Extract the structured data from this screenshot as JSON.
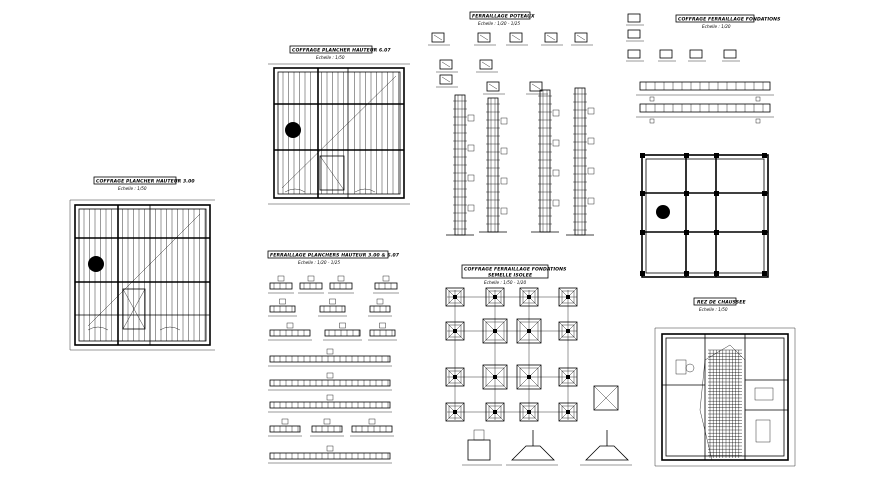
{
  "drawing_sheet": {
    "background": "#ffffff",
    "ink": "#000000",
    "panels": {
      "floor_plan_left": {
        "title": "COFFRAGE PLANCHER HAUTEUR 3.00",
        "scale": "Echelle : 1/50"
      },
      "floor_plan_top": {
        "title": "COFFRAGE PLANCHER HAUTEUR 6.07",
        "scale": "Echelle : 1/50"
      },
      "poteaux_details": {
        "title": "FERRAILLAGE POTEAUX",
        "scale": "Echelle : 1/20 - 1/25"
      },
      "foundation_formwork": {
        "title": "COFFRAGE FERRAILLAGE FONDATIONS",
        "scale": "Echelle : 1/20"
      },
      "plancher_reinforcement": {
        "title": "FERRAILLAGE PLANCHERS HAUTEUR 3.00 & 6.07",
        "scale": "Echelle : 1/20 - 1/25"
      },
      "foundation_plan": {
        "title": "COFFRAGE FERRAILLAGE FONDATIONS",
        "subtitle": "SEMELLE ISOLEE",
        "scale": "Echelle : 1/50 - 1/20"
      },
      "ground_plan": {
        "title": "REZ DE CHAUSSEE",
        "scale": "Echelle : 1/50"
      }
    }
  }
}
